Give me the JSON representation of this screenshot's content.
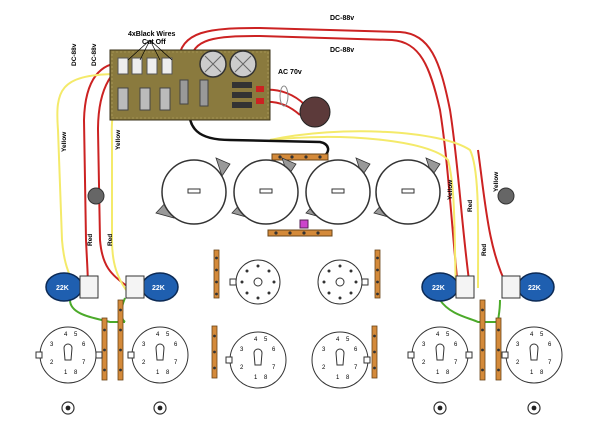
{
  "labels": {
    "black_wires": "4xBlack Wires",
    "cut_off": "Cut Off",
    "dc_top_1": "DC-88v",
    "dc_top_2": "DC-88v",
    "dc_left_1": "DC-88v",
    "dc_left_2": "DC-88v",
    "ac": "AC 70v",
    "yellow": "Yellow",
    "red": "Red",
    "pot_value": "22K",
    "socket_pins_left": "1",
    "socket_pins_mid": "2",
    "socket_pins_r3": "3",
    "socket_pins_r4": "4",
    "socket_pins_r5": "5",
    "socket_pins_r6": "6",
    "socket_pins_r7": "7",
    "socket_pins_r8": "8"
  },
  "colors": {
    "red_wire": "#cc2222",
    "yellow_wire": "#f4ea6a",
    "green_wire": "#4caa2a",
    "black_wire": "#111111",
    "pcb": "#8a7a3e",
    "tag_strip": "#d48a3a",
    "pot_blue": "#1f5fb0",
    "capacitor": "#cccccc"
  }
}
